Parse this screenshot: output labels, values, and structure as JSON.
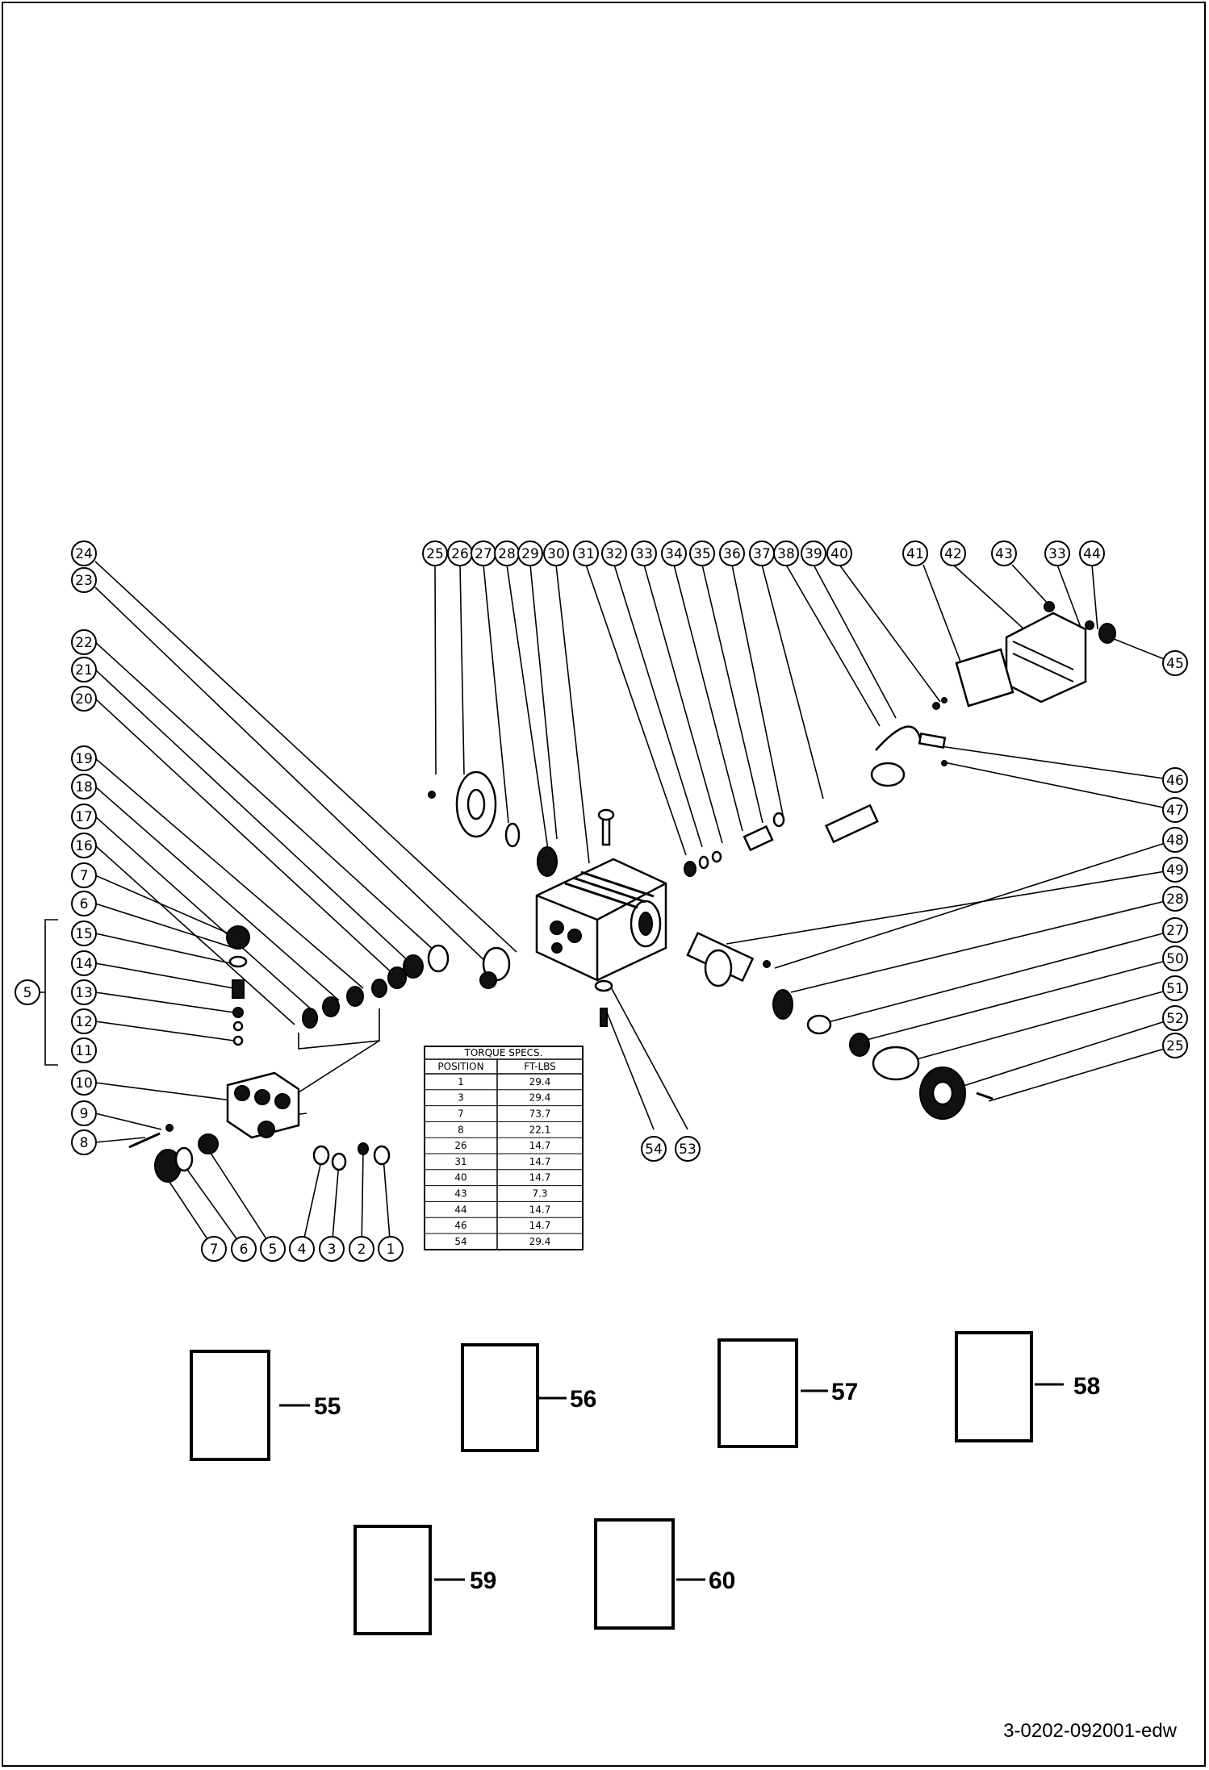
{
  "callouts": {
    "top_row": [
      "25",
      "26",
      "27",
      "28",
      "29",
      "30",
      "31",
      "32",
      "33",
      "34",
      "35",
      "36",
      "37",
      "38",
      "39",
      "40"
    ],
    "top_right": [
      "41",
      "42",
      "43",
      "33",
      "44",
      "45"
    ],
    "left_column": [
      "24",
      "23",
      "22",
      "21",
      "20",
      "19",
      "18",
      "17",
      "16",
      "7",
      "6",
      "15",
      "14",
      "13",
      "12",
      "11",
      "10",
      "9",
      "8"
    ],
    "group_label": "5",
    "bottom_row": [
      "7",
      "6",
      "5",
      "4",
      "3",
      "2",
      "1"
    ],
    "right_column": [
      "46",
      "47",
      "48",
      "49",
      "28",
      "27",
      "50",
      "51",
      "52",
      "25"
    ],
    "bottom_center": [
      "54",
      "53"
    ]
  },
  "torque_table": {
    "title": "TORQUE SPECS.",
    "headers": [
      "POSITION",
      "FT-LBS"
    ],
    "rows": [
      [
        "1",
        "29.4"
      ],
      [
        "3",
        "29.4"
      ],
      [
        "7",
        "73.7"
      ],
      [
        "8",
        "22.1"
      ],
      [
        "26",
        "14.7"
      ],
      [
        "31",
        "14.7"
      ],
      [
        "40",
        "14.7"
      ],
      [
        "43",
        "7.3"
      ],
      [
        "44",
        "14.7"
      ],
      [
        "46",
        "14.7"
      ],
      [
        "54",
        "29.4"
      ]
    ]
  },
  "kit_boxes": [
    "55",
    "56",
    "57",
    "58",
    "59",
    "60"
  ],
  "footer_code": "3-0202-092001-edw"
}
